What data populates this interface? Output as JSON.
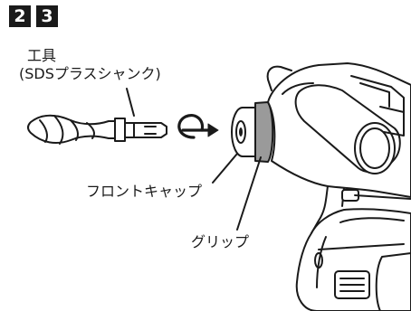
{
  "steps": [
    "2",
    "3"
  ],
  "labels": {
    "tool_line1": "工具",
    "tool_line2": "(SDSプラスシャンク)",
    "front_cap": "フロントキャップ",
    "grip": "グリップ"
  },
  "icons": {
    "insert_arrow": "curved-insert-arrow-icon"
  },
  "colors": {
    "line": "#1a1a1a",
    "grip_fill": "#9a9a9a",
    "background": "#ffffff"
  }
}
